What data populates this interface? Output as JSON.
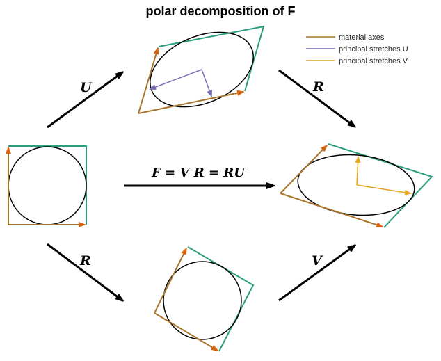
{
  "title": "polar decomposition of F",
  "legend": {
    "material_axes": "material axes",
    "principal_U": "principal stretches U",
    "principal_V": "principal stretches V"
  },
  "labels": {
    "arrow_U": "U",
    "arrow_R_top": "R",
    "arrow_R_bottom": "R",
    "arrow_V": "V",
    "equation": "F = V R = RU"
  },
  "colors": {
    "material_axes": "#a8742a",
    "principal_U": "#7a6db5",
    "principal_V": "#e6a619",
    "box_edges": "#2a9d7f",
    "axis_arrowhead": "#d9640f",
    "transform_arrow": "#000000",
    "ellipse": "#000000"
  }
}
